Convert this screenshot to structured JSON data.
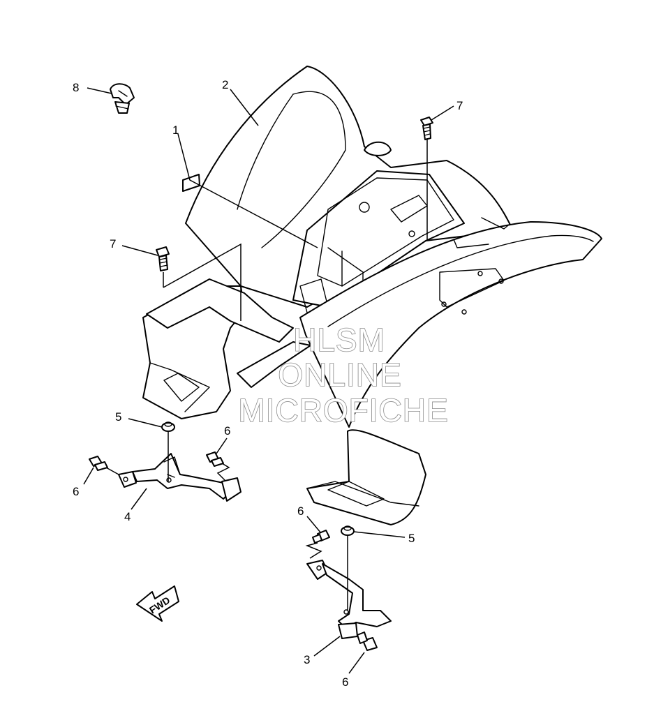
{
  "callouts": [
    {
      "num": "1",
      "part": "label"
    },
    {
      "num": "2",
      "part": "rear-fender"
    },
    {
      "num": "7",
      "part": "bolt-top"
    },
    {
      "num": "7",
      "part": "bolt-left"
    },
    {
      "num": "8",
      "part": "clip"
    },
    {
      "num": "5",
      "part": "grommet-left"
    },
    {
      "num": "6",
      "part": "bolt-left-outer"
    },
    {
      "num": "6",
      "part": "bolt-left-inner"
    },
    {
      "num": "4",
      "part": "stay-left"
    },
    {
      "num": "6",
      "part": "bolt-right-upper"
    },
    {
      "num": "5",
      "part": "grommet-right"
    },
    {
      "num": "3",
      "part": "stay-right"
    },
    {
      "num": "6",
      "part": "bolt-right-lower"
    }
  ],
  "watermark": {
    "line1": "HLSM",
    "line2": "ONLINE",
    "line3": "MICROFICHE"
  },
  "direction_arrow": {
    "label": "FWD"
  },
  "colors": {
    "stroke": "#000000",
    "background": "#ffffff",
    "watermark_outline": "#8a8a8a"
  }
}
